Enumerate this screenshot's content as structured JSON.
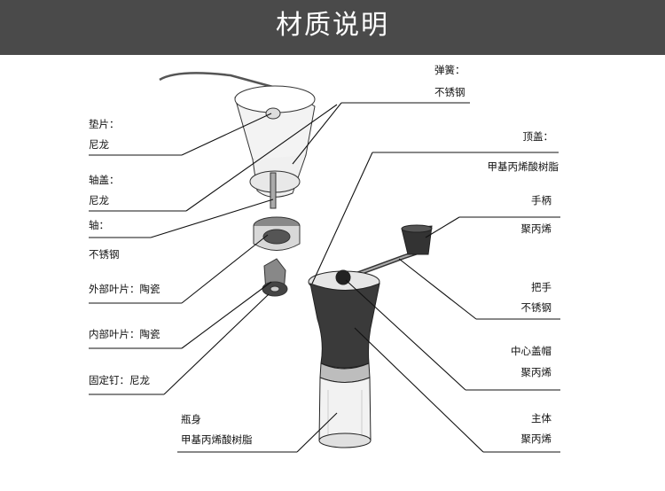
{
  "header": {
    "title": "材质说明"
  },
  "labels": {
    "spring": {
      "part": "弹簧：",
      "material": "不锈钢"
    },
    "top_cap": {
      "part": "顶盖：",
      "material": "甲基丙烯酸树脂"
    },
    "handle_knob": {
      "part": "手柄",
      "material": "聚丙烯"
    },
    "handle_arm": {
      "part": "把手",
      "material": "不锈钢"
    },
    "center_cap": {
      "part": "中心盖帽",
      "material": "聚丙烯"
    },
    "body": {
      "part": "主体",
      "material": "聚丙烯"
    },
    "washer": {
      "part": "垫片：",
      "material": "尼龙"
    },
    "shaft_cap": {
      "part": "轴盖：",
      "material": "尼龙"
    },
    "shaft": {
      "part": "轴：",
      "material": "不锈钢"
    },
    "outer_burr": {
      "text": "外部叶片：陶瓷"
    },
    "inner_burr": {
      "text": "内部叶片：陶瓷"
    },
    "fixing_nail": {
      "text": "固定钉：尼龙"
    },
    "bottle": {
      "part": "瓶身",
      "material": "甲基丙烯酸树脂"
    }
  },
  "colors": {
    "header_bg": "#4a4a4a",
    "title_text": "#ffffff",
    "line": "#111111",
    "grinder_body": "#3a3a3a"
  }
}
